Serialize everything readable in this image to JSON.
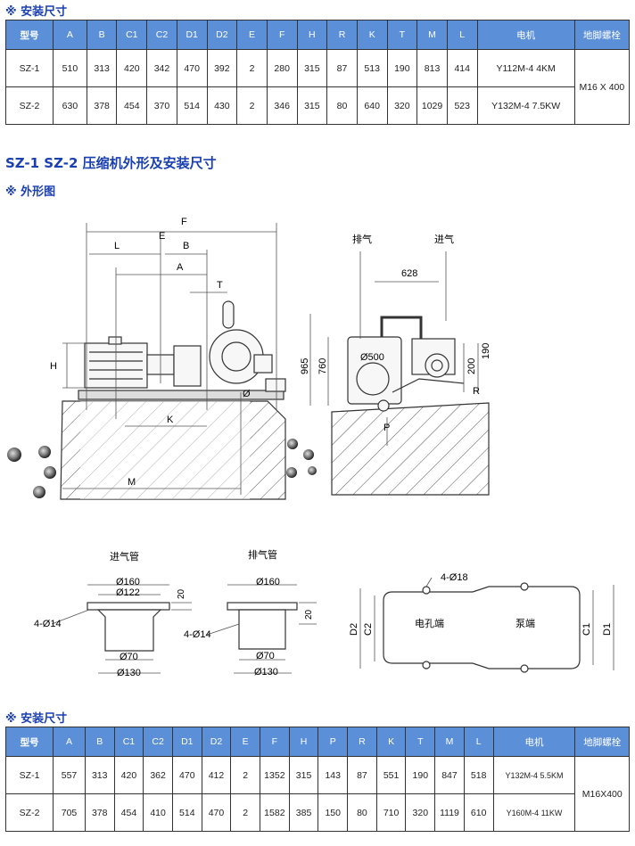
{
  "section1_title": "※  安装尺寸",
  "main_title": "SZ-1 SZ-2 压缩机外形及安装尺寸",
  "outline_title": "※  外形图",
  "section2_title": "※  安装尺寸",
  "table1": {
    "headers": [
      "型号",
      "A",
      "B",
      "C1",
      "C2",
      "D1",
      "D2",
      "E",
      "F",
      "H",
      "R",
      "K",
      "T",
      "M",
      "L",
      "电机",
      "地脚螺栓"
    ],
    "rows": [
      [
        "SZ-1",
        "510",
        "313",
        "420",
        "342",
        "470",
        "392",
        "2",
        "280",
        "315",
        "87",
        "513",
        "190",
        "813",
        "414",
        "Y112M-4 4KM"
      ],
      [
        "SZ-2",
        "630",
        "378",
        "454",
        "370",
        "514",
        "430",
        "2",
        "346",
        "315",
        "80",
        "640",
        "320",
        "1029",
        "523",
        "Y132M-4 7.5KW"
      ]
    ],
    "bolt": "M16 X 400"
  },
  "table2": {
    "headers": [
      "型号",
      "A",
      "B",
      "C1",
      "C2",
      "D1",
      "D2",
      "E",
      "F",
      "H",
      "P",
      "R",
      "K",
      "T",
      "M",
      "L",
      "电机",
      "地脚螺栓"
    ],
    "rows": [
      [
        "SZ-1",
        "557",
        "313",
        "420",
        "362",
        "470",
        "412",
        "2",
        "1352",
        "315",
        "143",
        "87",
        "551",
        "190",
        "847",
        "518",
        "Y132M-4 5.5KM"
      ],
      [
        "SZ-2",
        "705",
        "378",
        "454",
        "410",
        "514",
        "470",
        "2",
        "1582",
        "385",
        "150",
        "80",
        "710",
        "320",
        "1119",
        "610",
        "Y160M-4 11KW"
      ]
    ],
    "bolt": "M16X400"
  },
  "drawing_labels": {
    "F": "F",
    "E": "E",
    "L": "L",
    "B": "B",
    "A": "A",
    "T": "T",
    "H": "H",
    "K": "K",
    "M": "M",
    "phi": "Ø",
    "exhaust": "排气",
    "intake": "进气",
    "d628": "628",
    "d965": "965",
    "d760": "760",
    "d500": "Ø500",
    "d200": "200",
    "d190": "190",
    "R": "R",
    "P": "P",
    "intake_pipe": "进气管",
    "exhaust_pipe": "排气管",
    "d160a": "Ø160",
    "d122": "Ø122",
    "d20a": "20",
    "h14a": "4-Ø14",
    "d70a": "Ø70",
    "d130a": "Ø130",
    "d160b": "Ø160",
    "d20b": "20",
    "h14b": "4-Ø14",
    "d70b": "Ø70",
    "d130b": "Ø130",
    "h18": "4-Ø18",
    "motor_end": "电孔端",
    "pump_end": "泵端",
    "D2": "D2",
    "C2": "C2",
    "C1": "C1",
    "D1": "D1"
  }
}
